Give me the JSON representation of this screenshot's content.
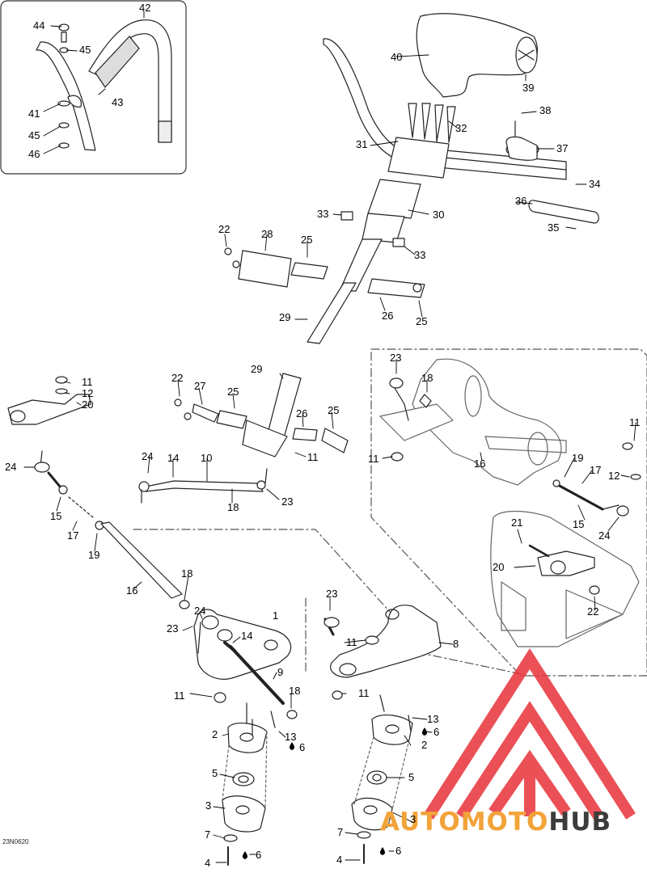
{
  "diagram": {
    "drawing_code": "23N0620",
    "watermark": {
      "part1": "AUTOMOTO",
      "part2": "HUB",
      "color1": "#f2a33a",
      "color2": "#3c3c3c",
      "logo_color": "#e8323a"
    },
    "callouts": [
      {
        "id": "c42",
        "text": "42"
      },
      {
        "id": "c44",
        "text": "44"
      },
      {
        "id": "c45a",
        "text": "45"
      },
      {
        "id": "c43",
        "text": "43"
      },
      {
        "id": "c41",
        "text": "41"
      },
      {
        "id": "c45b",
        "text": "45"
      },
      {
        "id": "c46",
        "text": "46"
      },
      {
        "id": "c40",
        "text": "40"
      },
      {
        "id": "c39",
        "text": "39"
      },
      {
        "id": "c38",
        "text": "38"
      },
      {
        "id": "c32",
        "text": "32"
      },
      {
        "id": "c31",
        "text": "31"
      },
      {
        "id": "c37",
        "text": "37"
      },
      {
        "id": "c34",
        "text": "34"
      },
      {
        "id": "c36",
        "text": "36"
      },
      {
        "id": "c30",
        "text": "30"
      },
      {
        "id": "c33a",
        "text": "33"
      },
      {
        "id": "c35",
        "text": "35"
      },
      {
        "id": "c22a",
        "text": "22"
      },
      {
        "id": "c28",
        "text": "28"
      },
      {
        "id": "c25a",
        "text": "25"
      },
      {
        "id": "c33b",
        "text": "33"
      },
      {
        "id": "c26a",
        "text": "26"
      },
      {
        "id": "c25b",
        "text": "25"
      },
      {
        "id": "c29a",
        "text": "29"
      },
      {
        "id": "c11a",
        "text": "11"
      },
      {
        "id": "c12a",
        "text": "12"
      },
      {
        "id": "c20a",
        "text": "20"
      },
      {
        "id": "c24a",
        "text": "24"
      },
      {
        "id": "c15a",
        "text": "15"
      },
      {
        "id": "c17a",
        "text": "17"
      },
      {
        "id": "c19a",
        "text": "19"
      },
      {
        "id": "c16a",
        "text": "16"
      },
      {
        "id": "c22b",
        "text": "22"
      },
      {
        "id": "c27",
        "text": "27"
      },
      {
        "id": "c25c",
        "text": "25"
      },
      {
        "id": "c29b",
        "text": "29"
      },
      {
        "id": "c26b",
        "text": "26"
      },
      {
        "id": "c25d",
        "text": "25"
      },
      {
        "id": "c11b",
        "text": "11"
      },
      {
        "id": "c24b",
        "text": "24"
      },
      {
        "id": "c14a",
        "text": "14"
      },
      {
        "id": "c10",
        "text": "10"
      },
      {
        "id": "c18a",
        "text": "18"
      },
      {
        "id": "c23a",
        "text": "23"
      },
      {
        "id": "c23b",
        "text": "23"
      },
      {
        "id": "c18b",
        "text": "18"
      },
      {
        "id": "c11c",
        "text": "11"
      },
      {
        "id": "c11d",
        "text": "11"
      },
      {
        "id": "c16b",
        "text": "16"
      },
      {
        "id": "c19b",
        "text": "19"
      },
      {
        "id": "c17b",
        "text": "17"
      },
      {
        "id": "c12b",
        "text": "12"
      },
      {
        "id": "c15b",
        "text": "15"
      },
      {
        "id": "c24c",
        "text": "24"
      },
      {
        "id": "c21",
        "text": "21"
      },
      {
        "id": "c20b",
        "text": "20"
      },
      {
        "id": "c22c",
        "text": "22"
      },
      {
        "id": "c18c",
        "text": "18"
      },
      {
        "id": "c24d",
        "text": "24"
      },
      {
        "id": "c1",
        "text": "1"
      },
      {
        "id": "c23c",
        "text": "23"
      },
      {
        "id": "c14b",
        "text": "14"
      },
      {
        "id": "c9",
        "text": "9"
      },
      {
        "id": "c11e",
        "text": "11"
      },
      {
        "id": "c18d",
        "text": "18"
      },
      {
        "id": "c2a",
        "text": "2"
      },
      {
        "id": "c13a",
        "text": "13"
      },
      {
        "id": "c6a",
        "text": "6"
      },
      {
        "id": "c5a",
        "text": "5"
      },
      {
        "id": "c3a",
        "text": "3"
      },
      {
        "id": "c7a",
        "text": "7"
      },
      {
        "id": "c4a",
        "text": "4"
      },
      {
        "id": "c6b",
        "text": "6"
      },
      {
        "id": "c23d",
        "text": "23"
      },
      {
        "id": "c11f",
        "text": "11"
      },
      {
        "id": "c8",
        "text": "8"
      },
      {
        "id": "c11g",
        "text": "11"
      },
      {
        "id": "c13b",
        "text": "13"
      },
      {
        "id": "c6c",
        "text": "6"
      },
      {
        "id": "c2b",
        "text": "2"
      },
      {
        "id": "c5b",
        "text": "5"
      },
      {
        "id": "c3b",
        "text": "3"
      },
      {
        "id": "c7b",
        "text": "7"
      },
      {
        "id": "c4b",
        "text": "4"
      },
      {
        "id": "c6d",
        "text": "6"
      }
    ]
  }
}
